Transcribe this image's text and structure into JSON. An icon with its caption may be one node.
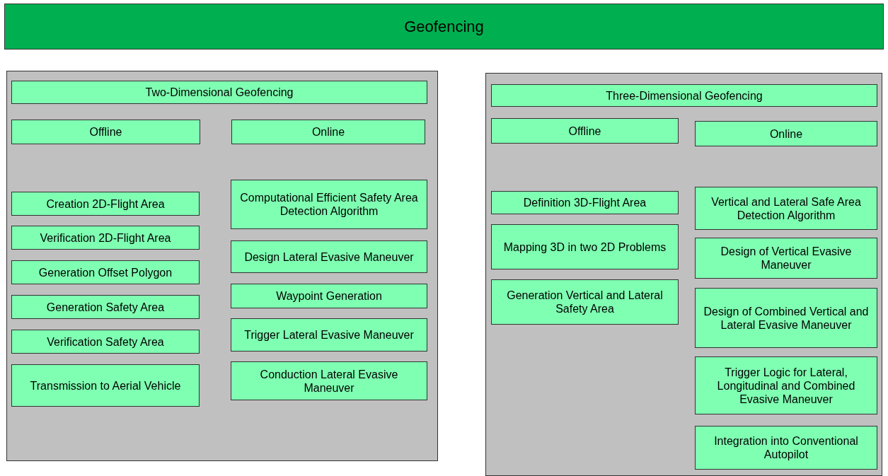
{
  "diagram": {
    "nodes": [
      {
        "text": [
          "Geofencing"
        ]
      },
      {
        "text": [],
        "shape": "box"
      },
      {
        "text": [
          "Two-Dimensional Geofencing"
        ],
        "in": 1
      },
      {
        "text": [
          "Offline"
        ],
        "in": 1
      },
      {
        "text": [
          "Online"
        ],
        "in": 1
      },
      {
        "text": [
          "Creation 2D-Flight Area"
        ],
        "in": 1
      },
      {
        "text": [
          "Verification 2D-Flight Area"
        ],
        "in": 1
      },
      {
        "text": [
          "Generation Offset Polygon"
        ],
        "in": 1
      },
      {
        "text": [
          "Generation Safety Area"
        ],
        "in": 1
      },
      {
        "text": [
          "Verification Safety Area"
        ],
        "in": 1
      },
      {
        "text": [
          "Transmission to Aerial Vehicle"
        ],
        "in": 1
      },
      {
        "text": [
          "Computational Efficient Safety Area Detection Algorithm"
        ],
        "in": 1
      },
      {
        "text": [
          "Design Lateral Evasive Maneuver"
        ],
        "in": 1
      },
      {
        "text": [
          "Waypoint Generation"
        ],
        "in": 1
      },
      {
        "text": [
          "Trigger Lateral Evasive Maneuver"
        ],
        "in": 1
      },
      {
        "text": [
          "Conduction Lateral Evasive Maneuver"
        ],
        "in": 1
      },
      {
        "text": [],
        "shape": "box"
      },
      {
        "text": [
          "Three-Dimensional Geofencing"
        ],
        "in": 16
      },
      {
        "text": [
          "Offline"
        ],
        "in": 16
      },
      {
        "text": [
          "Online"
        ],
        "in": 16
      },
      {
        "text": [
          "Definition 3D-Flight Area"
        ],
        "in": 16
      },
      {
        "text": [
          "Mapping 3D in two 2D Problems"
        ],
        "in": 16
      },
      {
        "text": [
          "Generation Vertical and Lateral Safety Area"
        ],
        "in": 16
      },
      {
        "text": [
          "Vertical and Lateral Safe Area Detection Algorithm"
        ],
        "in": 16
      },
      {
        "text": [
          "Design of Vertical Evasive Maneuver"
        ],
        "in": 16
      },
      {
        "text": [
          "Design of Combined Vertical and Lateral Evasive Maneuver"
        ],
        "in": 16
      },
      {
        "text": [
          "Trigger Logic for Lateral, Longitudinal and Combined Evasive Maneuver"
        ],
        "in": 16
      },
      {
        "text": [
          "Integration into Conventional Autopilot"
        ],
        "in": 16
      }
    ]
  }
}
